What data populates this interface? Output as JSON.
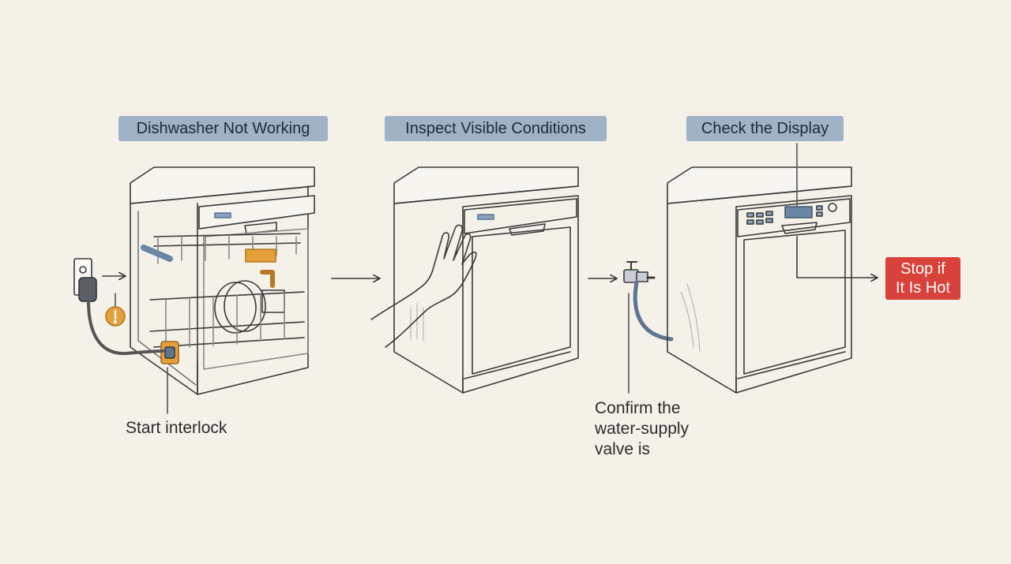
{
  "steps": [
    {
      "label": "Dishwasher Not Working"
    },
    {
      "label": "Inspect Visible Conditions"
    },
    {
      "label": "Check the Display"
    }
  ],
  "notes": {
    "interlock": "Start interlock",
    "valve_line1": "Confirm the",
    "valve_line2": "water-supply",
    "valve_line3": "valve is",
    "hot_line1": "Stop if",
    "hot_line2": "It Is Hot"
  },
  "colors": {
    "background": "#f4f1e9",
    "label_bg": "#9fb2c6",
    "warning": "#d9423b",
    "accent_orange": "#e3a03c",
    "accent_blue": "#8aa4bf"
  },
  "icons": [
    "wall-outlet-icon",
    "power-plug-icon",
    "exclamation-icon",
    "hand-icon",
    "water-valve-icon"
  ]
}
